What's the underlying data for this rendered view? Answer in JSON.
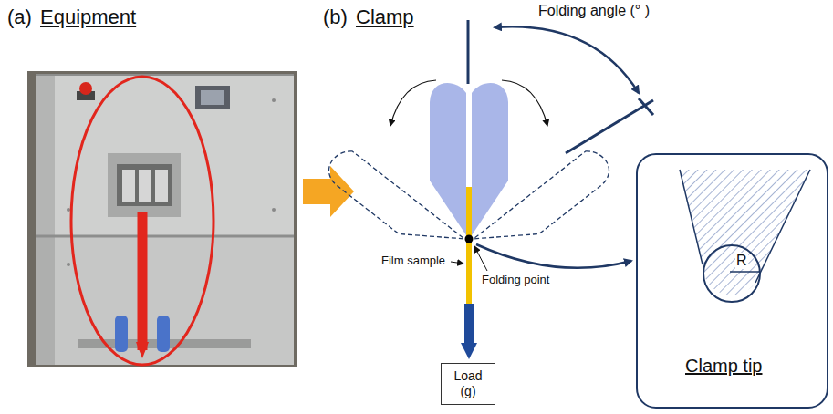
{
  "diagram": {
    "nodes": [
      {
        "text": [
          "Load (g)"
        ]
      },
      {
        "text": [
          "Clamp tip"
        ]
      },
      {
        "text": [
          "R"
        ],
        "in": 1
      }
    ],
    "labels": [
      "(a)",
      "Equipment",
      "(b)",
      "Clamp",
      "Folding angle (° )",
      "Film sample",
      "Folding point"
    ]
  }
}
